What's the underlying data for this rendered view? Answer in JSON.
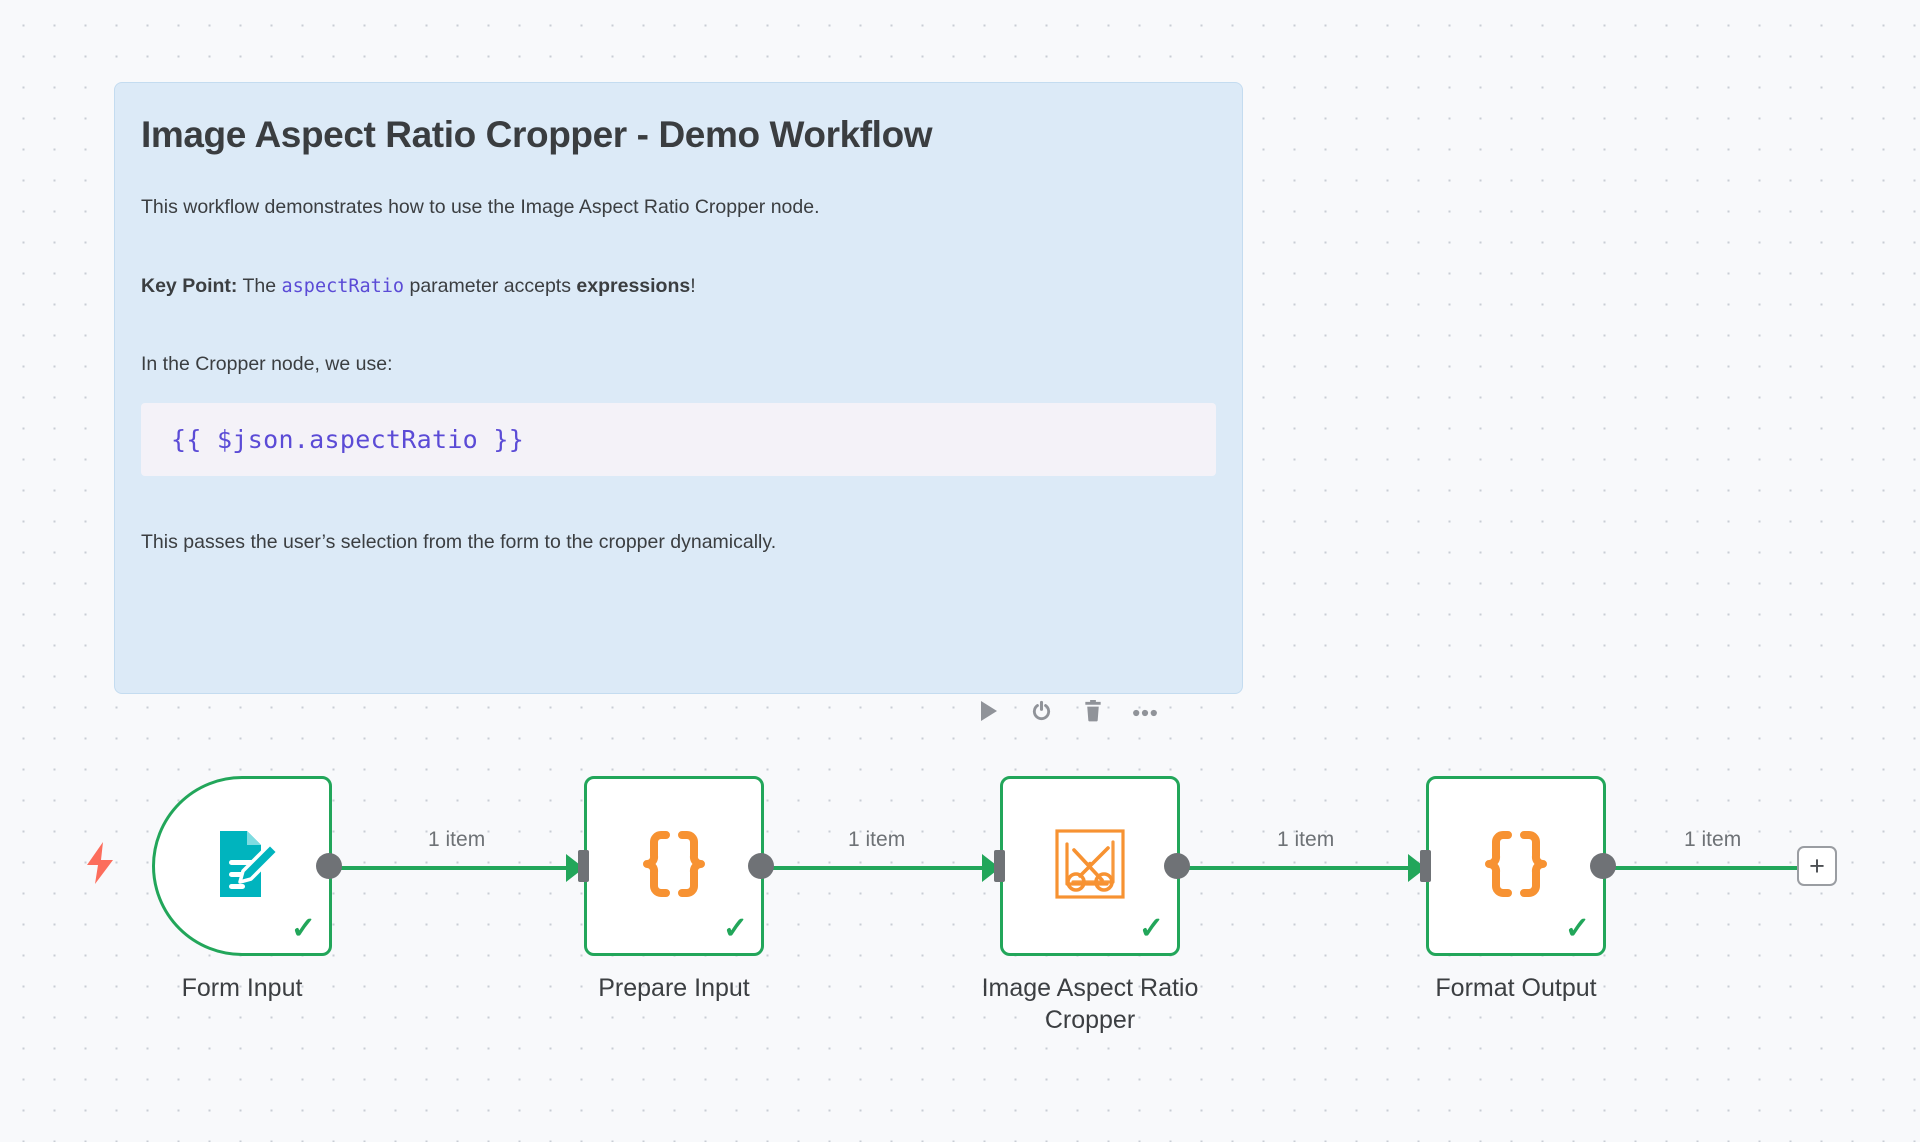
{
  "canvas": {
    "background_color": "#F8F9FB",
    "dot_color": "#C9CDD4"
  },
  "sticky_note": {
    "title": "Image Aspect Ratio Cropper - Demo Workflow",
    "background_color": "#DCEAF7",
    "border_color": "#C4DCF0",
    "paragraph_1": "This workflow demonstrates how to use the Image Aspect Ratio Cropper node.",
    "key_point_label": "Key Point:",
    "key_point_text_a": " The ",
    "key_point_code": "aspectRatio",
    "key_point_text_b": " parameter accepts ",
    "key_point_bold": "expressions",
    "key_point_text_c": "!",
    "paragraph_3": "In the Cropper node, we use:",
    "code_block": "{{ $json.aspectRatio }}",
    "code_block_background": "#F4F2F8",
    "code_color": "#5B4BD6",
    "paragraph_4": "This passes the user’s selection from the form to the cropper dynamically."
  },
  "node_toolbar": {
    "items": [
      {
        "name": "execute-node-button",
        "label": "Execute node",
        "icon": "play-icon"
      },
      {
        "name": "deactivate-node-button",
        "label": "Deactivate node",
        "icon": "power-icon"
      },
      {
        "name": "delete-node-button",
        "label": "Delete node",
        "icon": "trash-icon"
      },
      {
        "name": "more-options-button",
        "label": "More options",
        "icon": "ellipsis-icon"
      }
    ]
  },
  "workflow": {
    "accent_green": "#22A65A",
    "accent_orange": "#F79232",
    "accent_teal": "#00B4BE",
    "trigger_bolt_color": "#FC6D5C",
    "nodes": [
      {
        "id": "form-input",
        "label": "Form Input",
        "type": "trigger",
        "icon": "form-pencil-icon",
        "status": "success",
        "selected": false
      },
      {
        "id": "prepare-input",
        "label": "Prepare Input",
        "type": "code",
        "icon": "curly-braces-icon",
        "status": "success",
        "selected": false
      },
      {
        "id": "image-aspect-ratio-cropper",
        "label": "Image Aspect Ratio\nCropper",
        "label_line1": "Image Aspect Ratio",
        "label_line2": "Cropper",
        "type": "action",
        "icon": "scissors-crop-icon",
        "status": "success",
        "selected": true
      },
      {
        "id": "format-output",
        "label": "Format Output",
        "type": "code",
        "icon": "curly-braces-icon",
        "status": "success",
        "selected": false
      }
    ],
    "connections": [
      {
        "from": "form-input",
        "to": "prepare-input",
        "label": "1 item"
      },
      {
        "from": "prepare-input",
        "to": "image-aspect-ratio-cropper",
        "label": "1 item"
      },
      {
        "from": "image-aspect-ratio-cropper",
        "to": "format-output",
        "label": "1 item"
      },
      {
        "from": "format-output",
        "to": "add-node",
        "label": "1 item"
      }
    ],
    "add_node_button_label": "+"
  }
}
